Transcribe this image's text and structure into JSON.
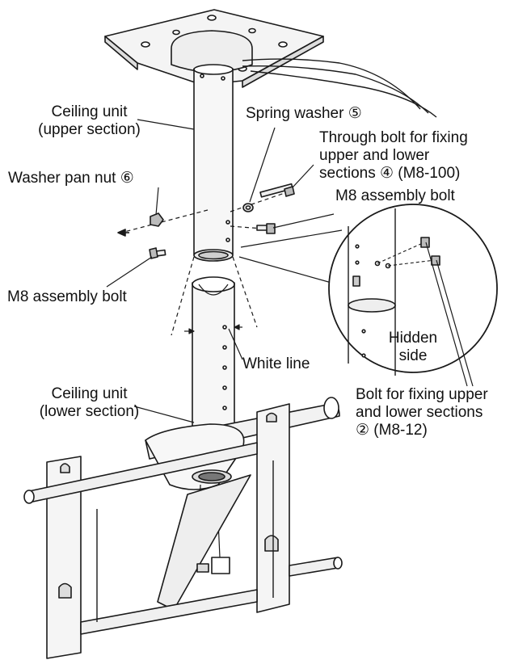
{
  "labels": {
    "ceiling_upper": [
      "Ceiling unit",
      "(upper section)"
    ],
    "spring_washer": "Spring washer ⑤",
    "through_bolt": [
      "Through bolt for fixing",
      "upper and lower",
      "sections ④ (M8-100)"
    ],
    "washer_pan_nut": "Washer pan nut ⑥",
    "m8_bolt_right": "M8 assembly bolt",
    "m8_bolt_left": "M8 assembly bolt",
    "hidden_side": [
      "Hidden",
      "side"
    ],
    "white_line": "White line",
    "ceiling_lower": [
      "Ceiling unit",
      "(lower section)"
    ],
    "bolt_fixing": [
      "Bolt for fixing upper",
      "and lower sections",
      "② (M8-12)"
    ]
  }
}
